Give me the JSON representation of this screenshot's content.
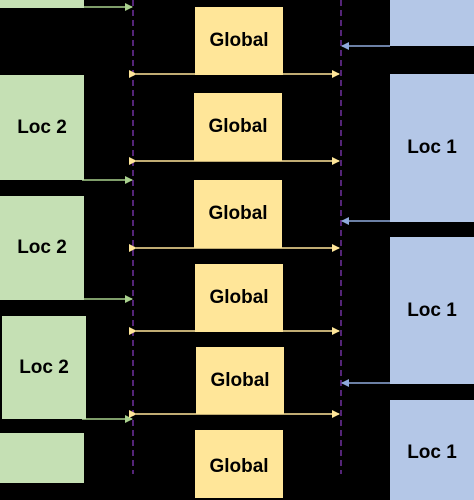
{
  "global_label": "Global",
  "loc1_label": "Loc 1",
  "loc2_label": "Loc 2",
  "colors": {
    "background": "#000000",
    "global_fill": "#ffe699",
    "loc1_fill": "#b4c7e7",
    "loc2_fill": "#c5e0b4",
    "divider": "#7030a0",
    "arrow_green": "#a9d18e",
    "arrow_blue": "#8faadc",
    "arrow_gold": "#ffe699"
  }
}
